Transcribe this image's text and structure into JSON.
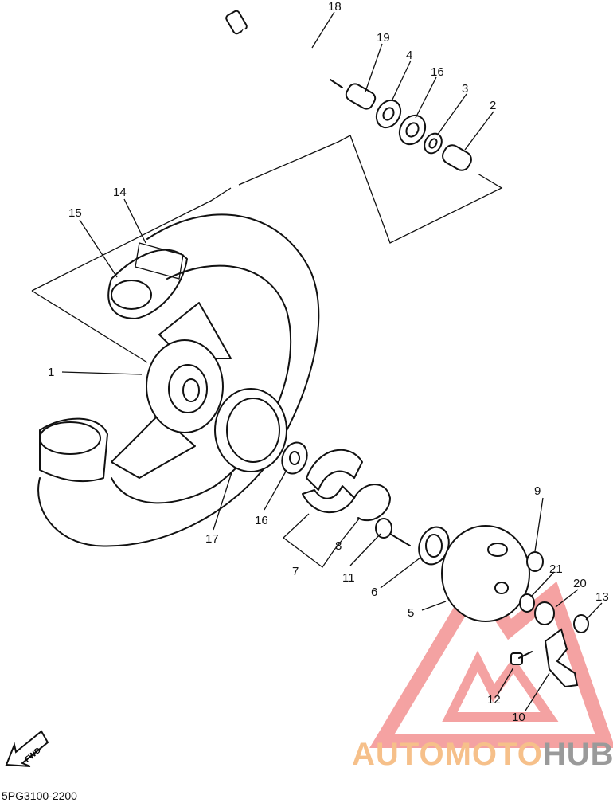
{
  "diagram": {
    "part_code": "5PG3100-2200",
    "fwd_label": "FWD",
    "callouts": [
      {
        "id": "c18",
        "label": "18"
      },
      {
        "id": "c19",
        "label": "19"
      },
      {
        "id": "c4",
        "label": "4"
      },
      {
        "id": "c16a",
        "label": "16"
      },
      {
        "id": "c3",
        "label": "3"
      },
      {
        "id": "c2",
        "label": "2"
      },
      {
        "id": "c14",
        "label": "14"
      },
      {
        "id": "c15",
        "label": "15"
      },
      {
        "id": "c1",
        "label": "1"
      },
      {
        "id": "c16b",
        "label": "16"
      },
      {
        "id": "c17",
        "label": "17"
      },
      {
        "id": "c8",
        "label": "8"
      },
      {
        "id": "c7",
        "label": "7"
      },
      {
        "id": "c11",
        "label": "11"
      },
      {
        "id": "c6",
        "label": "6"
      },
      {
        "id": "c9",
        "label": "9"
      },
      {
        "id": "c21",
        "label": "21"
      },
      {
        "id": "c20",
        "label": "20"
      },
      {
        "id": "c13",
        "label": "13"
      },
      {
        "id": "c5",
        "label": "5"
      },
      {
        "id": "c12",
        "label": "12"
      },
      {
        "id": "c10",
        "label": "10"
      }
    ]
  },
  "watermark": {
    "part1": "AUTOMOTO",
    "part2": "HUB",
    "color_primary": "#f6c08a",
    "color_secondary": "#9a9a9a",
    "triangle_color": "#f28b8b"
  }
}
